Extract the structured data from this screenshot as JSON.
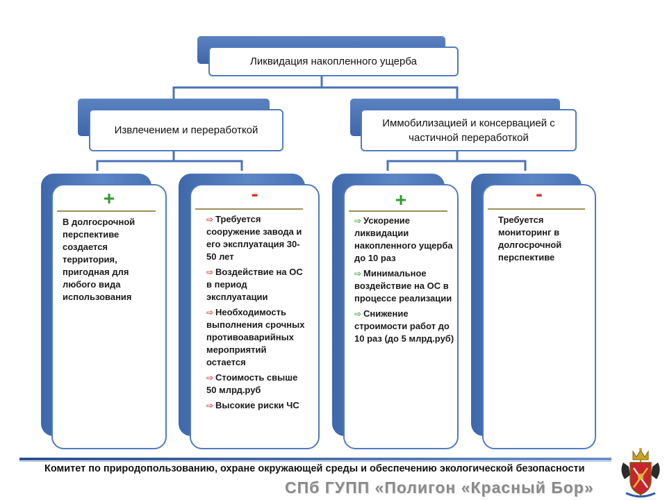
{
  "diagram": {
    "root": {
      "label": "Ликвидация накопленного ущерба"
    },
    "branches": [
      {
        "label": "Извлечением и переработкой",
        "pro": {
          "sign": "+",
          "items": [
            "В долгосрочной перспективе создается территория, пригодная для любого вида использования"
          ]
        },
        "con": {
          "sign": "-",
          "items": [
            "Требуется сооружение завода и его эксплуатация 30-50 лет",
            "Воздействие на ОС в период эксплуатации",
            "Необходимость выполнения срочных противоаварийных мероприятий остается",
            "Стоимость свыше 50 млрд.руб",
            "Высокие риски ЧС"
          ]
        }
      },
      {
        "label": "Иммобилизацией и консервацией с частичной переработкой",
        "pro": {
          "sign": "+",
          "items": [
            "Ускорение ликвидации накопленного ущерба до 10 раз",
            "Минимальное воздействие на ОС в процессе реализации",
            "Снижение строимости работ до 10 раз (до 5 млрд.руб)"
          ]
        },
        "con": {
          "sign": "-",
          "items": [
            "Требуется мониторинг в долгосрочной перспективе"
          ]
        }
      }
    ],
    "item_icons": {
      "con_list": "red-arrow-icon",
      "pro_list": "green-arrow-icon"
    }
  },
  "footer": {
    "committee": "Комитет по природопользованию,  охране окружающей среды и   обеспечению экологической  безопасности",
    "brand": "СПб ГУПП «Полигон «Красный Бор»",
    "emblem": "coat-of-arms-icon"
  },
  "colors": {
    "frame": "#4f7bbf",
    "tab": "#4a73b6",
    "plus": "#2e9a2e",
    "minus": "#e0322b",
    "arrow_green": "#3aa13a"
  }
}
